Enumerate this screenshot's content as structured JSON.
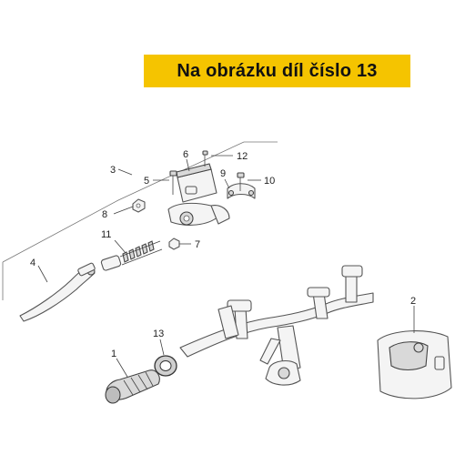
{
  "banner": {
    "text": "Na obrázku díl číslo 13",
    "color": "#f5c400"
  },
  "callouts": {
    "c1": "1",
    "c2": "2",
    "c3": "3",
    "c4": "4",
    "c5": "5",
    "c6": "6",
    "c7": "7",
    "c8": "8",
    "c9": "9",
    "c10": "10",
    "c11": "11",
    "c12": "12",
    "c13": "13"
  },
  "highlighted_part": "13"
}
